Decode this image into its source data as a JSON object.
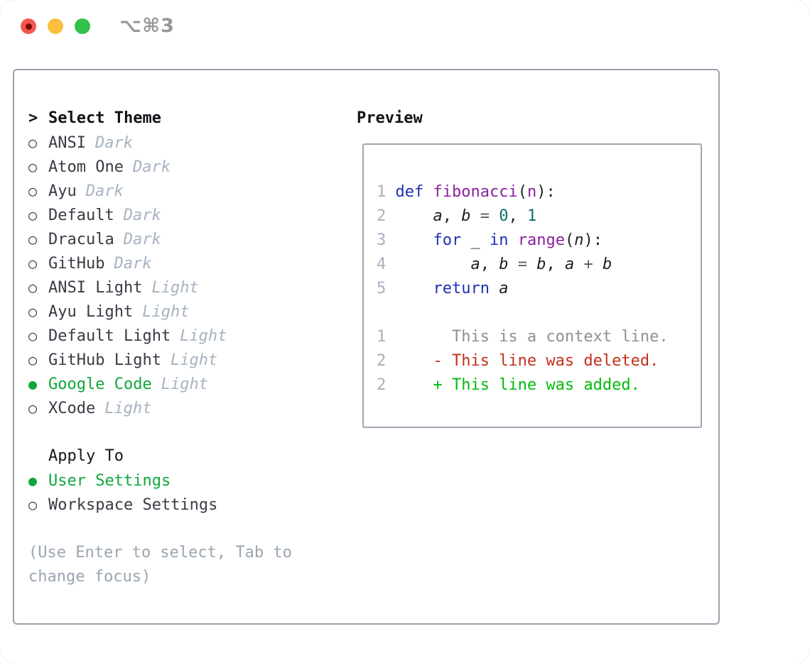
{
  "titlebar": {
    "title": "⌥⌘3",
    "buttons": [
      "close",
      "minimize",
      "zoom"
    ]
  },
  "icons": {
    "radio_unselected": "○",
    "radio_selected": "●",
    "prompt": ">"
  },
  "theme_menu": {
    "header": "Select Theme",
    "items": [
      {
        "name": "ANSI",
        "variant": "Dark",
        "selected": false
      },
      {
        "name": "Atom One",
        "variant": "Dark",
        "selected": false
      },
      {
        "name": "Ayu",
        "variant": "Dark",
        "selected": false
      },
      {
        "name": "Default",
        "variant": "Dark",
        "selected": false
      },
      {
        "name": "Dracula",
        "variant": "Dark",
        "selected": false
      },
      {
        "name": "GitHub",
        "variant": "Dark",
        "selected": false
      },
      {
        "name": "ANSI Light",
        "variant": "Light",
        "selected": false
      },
      {
        "name": "Ayu Light",
        "variant": "Light",
        "selected": false
      },
      {
        "name": "Default Light",
        "variant": "Light",
        "selected": false
      },
      {
        "name": "GitHub Light",
        "variant": "Light",
        "selected": false
      },
      {
        "name": "Google Code",
        "variant": "Light",
        "selected": true
      },
      {
        "name": "XCode",
        "variant": "Light",
        "selected": false
      }
    ]
  },
  "apply_to": {
    "header": "Apply To",
    "options": [
      {
        "label": "User Settings",
        "selected": true
      },
      {
        "label": "Workspace Settings",
        "selected": false
      }
    ]
  },
  "hint": "(Use Enter to select, Tab to change focus)",
  "preview": {
    "header": "Preview",
    "lines": [
      {
        "num": "1",
        "kind": "code",
        "tokens": [
          {
            "t": "def",
            "c": "kw"
          },
          {
            "t": " "
          },
          {
            "t": "fibonacci",
            "c": "fn"
          },
          {
            "t": "("
          },
          {
            "t": "n",
            "c": "fn"
          },
          {
            "t": "):"
          }
        ]
      },
      {
        "num": "2",
        "kind": "code",
        "tokens": [
          {
            "t": "    "
          },
          {
            "t": "a",
            "c": "var"
          },
          {
            "t": ", "
          },
          {
            "t": "b",
            "c": "var"
          },
          {
            "t": " "
          },
          {
            "t": "=",
            "c": "op"
          },
          {
            "t": " "
          },
          {
            "t": "0",
            "c": "num"
          },
          {
            "t": ", "
          },
          {
            "t": "1",
            "c": "num"
          }
        ]
      },
      {
        "num": "3",
        "kind": "code",
        "tokens": [
          {
            "t": "    "
          },
          {
            "t": "for",
            "c": "kw"
          },
          {
            "t": " _ "
          },
          {
            "t": "in",
            "c": "kw"
          },
          {
            "t": " "
          },
          {
            "t": "range",
            "c": "fn"
          },
          {
            "t": "("
          },
          {
            "t": "n",
            "c": "var"
          },
          {
            "t": "):"
          }
        ]
      },
      {
        "num": "4",
        "kind": "code",
        "tokens": [
          {
            "t": "        "
          },
          {
            "t": "a",
            "c": "var"
          },
          {
            "t": ", "
          },
          {
            "t": "b",
            "c": "var"
          },
          {
            "t": " "
          },
          {
            "t": "=",
            "c": "op"
          },
          {
            "t": " "
          },
          {
            "t": "b",
            "c": "var"
          },
          {
            "t": ", "
          },
          {
            "t": "a",
            "c": "var"
          },
          {
            "t": " "
          },
          {
            "t": "+",
            "c": "op"
          },
          {
            "t": " "
          },
          {
            "t": "b",
            "c": "var"
          }
        ]
      },
      {
        "num": "5",
        "kind": "code",
        "tokens": [
          {
            "t": "    "
          },
          {
            "t": "return",
            "c": "kw"
          },
          {
            "t": " "
          },
          {
            "t": "a",
            "c": "var"
          }
        ]
      },
      {
        "num": "",
        "kind": "blank",
        "tokens": []
      },
      {
        "num": "1",
        "kind": "context",
        "tokens": [
          {
            "t": "      This is a context line.",
            "c": "ctx"
          }
        ]
      },
      {
        "num": "2",
        "kind": "deleted",
        "tokens": [
          {
            "t": "    - This line was deleted.",
            "c": "del"
          }
        ]
      },
      {
        "num": "2",
        "kind": "added",
        "tokens": [
          {
            "t": "    + This line was added.",
            "c": "add"
          }
        ]
      }
    ]
  },
  "colors": {
    "accent_green": "#0fa73c",
    "added_green": "#00bb0c",
    "deleted_red": "#c4301c",
    "context_gray": "#8c9196",
    "variant_muted": "#a7b3c2",
    "hint_gray": "#9aa5b1",
    "item_text": "#373c44",
    "heading_text": "#101317",
    "panel_border": "#9aa2ad",
    "keyword_blue": "#1e30b4",
    "function_purple": "#8a219f",
    "number_teal": "#0c6f6a",
    "lineno_gray": "#a7b0bd",
    "traffic_red": "#f2574d",
    "traffic_yellow": "#fcbe3f",
    "traffic_green": "#32c146",
    "title_gray": "#97979c"
  }
}
